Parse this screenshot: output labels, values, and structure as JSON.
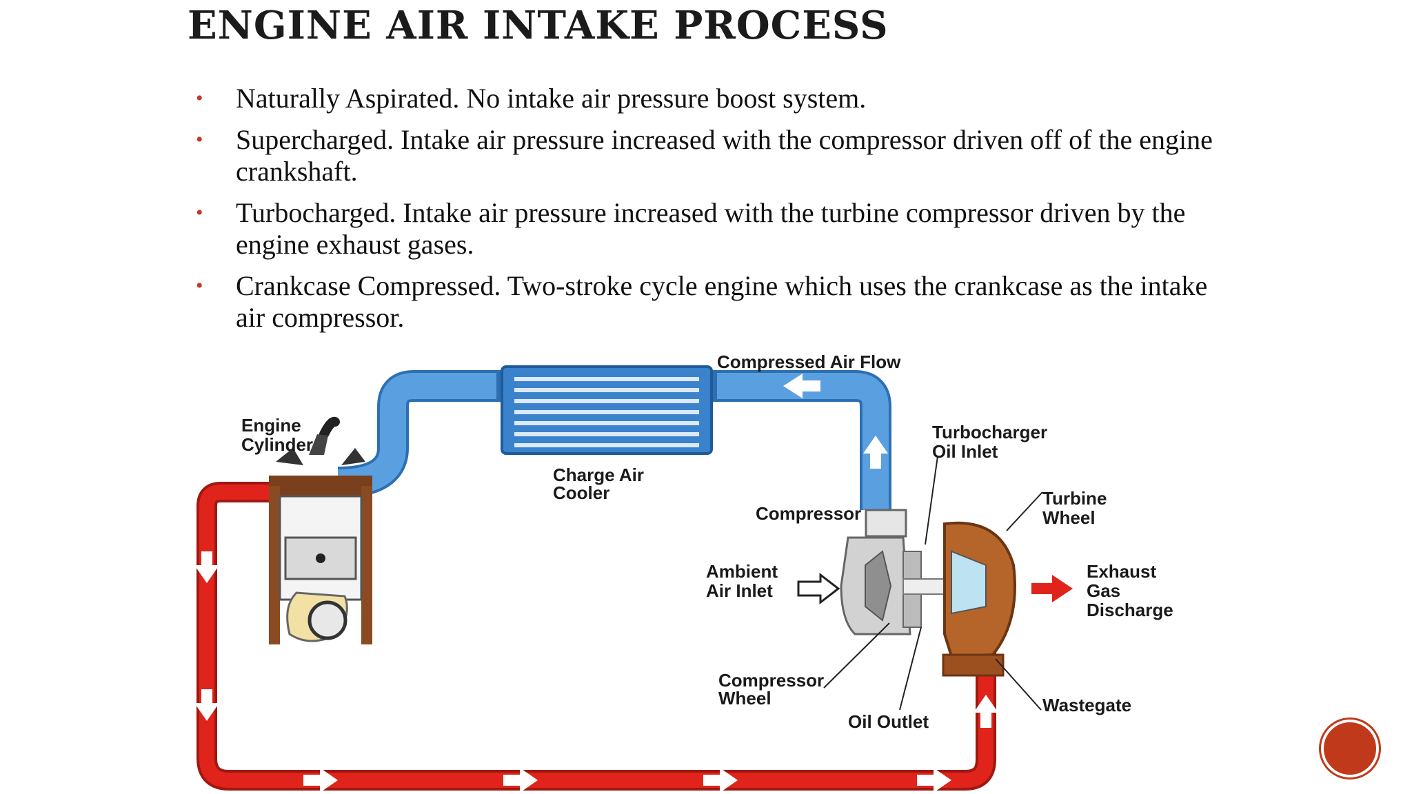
{
  "slide": {
    "title": "ENGINE AIR INTAKE PROCESS",
    "bullets": [
      "Naturally Aspirated. No intake air pressure boost system.",
      "Supercharged. Intake air pressure increased with the compressor driven off of the engine crankshaft.",
      "Turbocharged. Intake air pressure increased with the turbine compressor driven by the engine exhaust gases.",
      "Crankcase Compressed. Two-stroke cycle engine which uses the crankcase as the intake air compressor."
    ]
  },
  "diagram": {
    "labels": {
      "compressed_air_flow": "Compressed Air Flow",
      "engine_cylinder_1": "Engine",
      "engine_cylinder_2": "Cylinder",
      "charge_air_cooler_1": "Charge Air",
      "charge_air_cooler_2": "Cooler",
      "turbo_oil_inlet_1": "Turbocharger",
      "turbo_oil_inlet_2": "Oil Inlet",
      "turbine_wheel_1": "Turbine",
      "turbine_wheel_2": "Wheel",
      "compressor": "Compressor",
      "ambient_air_1": "Ambient",
      "ambient_air_2": "Air Inlet",
      "exhaust_1": "Exhaust",
      "exhaust_2": "Gas",
      "exhaust_3": "Discharge",
      "compressor_wheel_1": "Compressor",
      "compressor_wheel_2": "Wheel",
      "oil_outlet": "Oil Outlet",
      "wastegate": "Wastegate"
    },
    "colors": {
      "intake_blue": "#4a90d9",
      "exhaust_red": "#e0241b",
      "turbine_brown": "#b5652a",
      "accent": "#c0391b"
    }
  },
  "nav": {
    "icon": "next-slide-icon"
  }
}
